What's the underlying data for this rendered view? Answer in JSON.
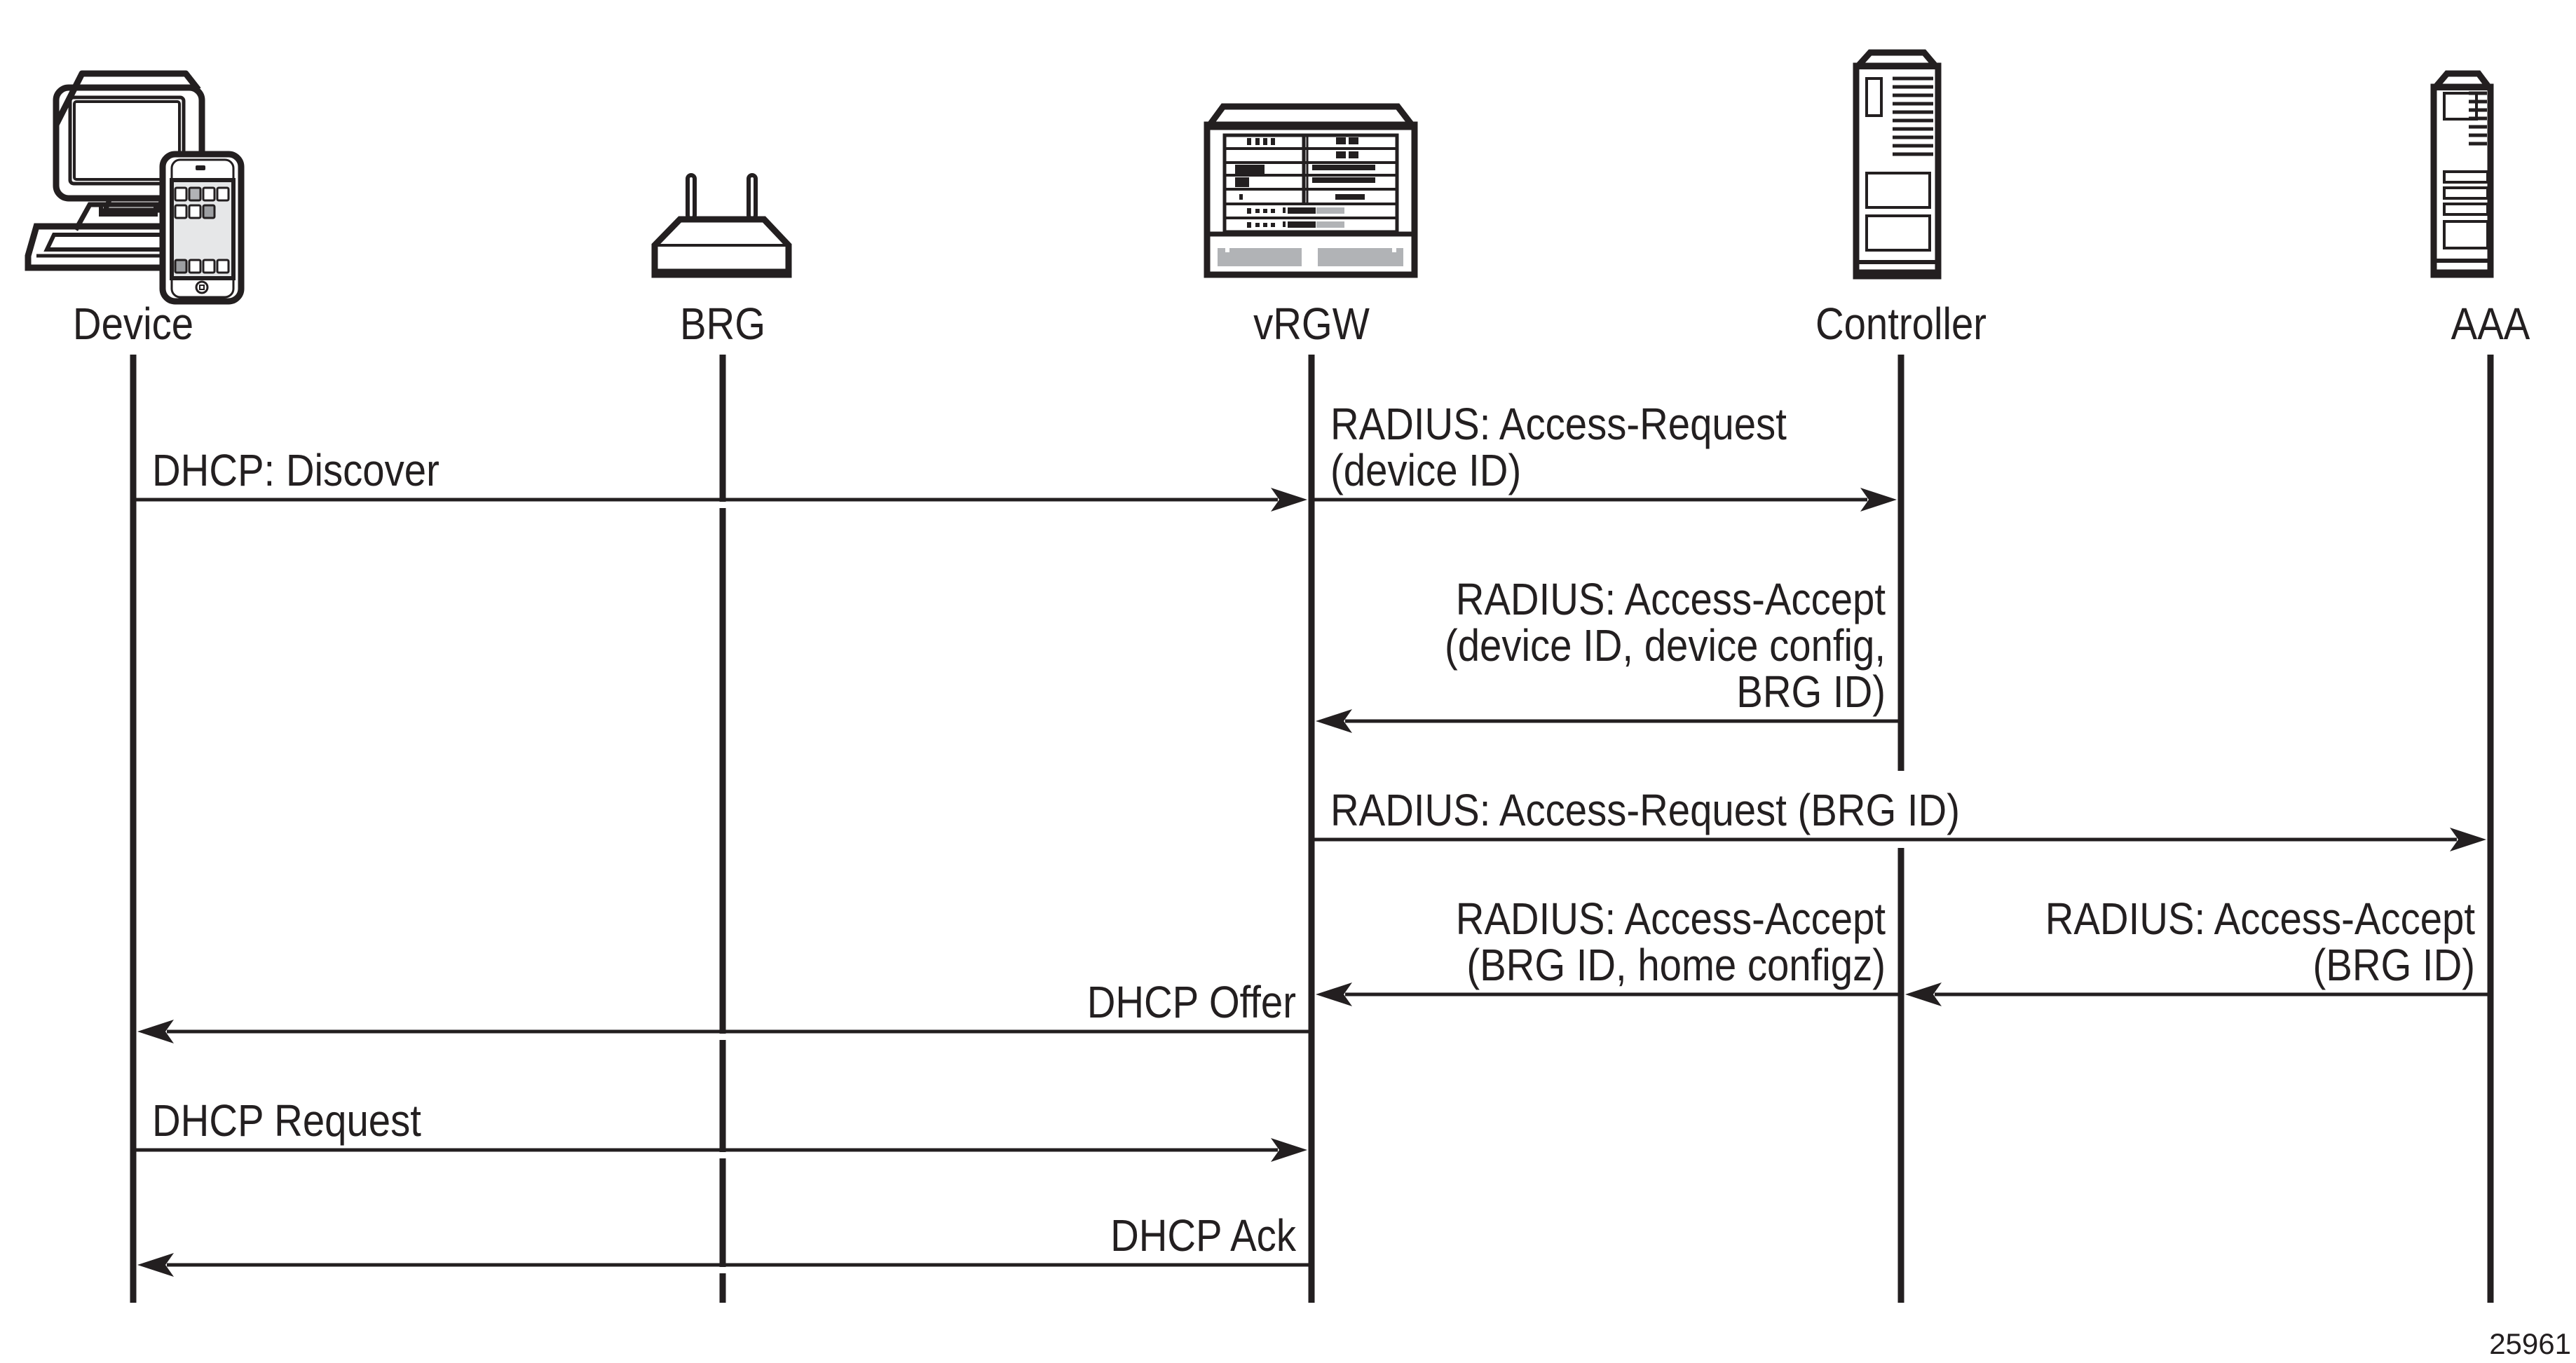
{
  "diagram": {
    "type": "sequence",
    "figure_id": "25961",
    "colors": {
      "ink": "#231f20",
      "device_accent": "#b1b3b6",
      "screen": "#e6e7e8"
    },
    "participants": [
      {
        "id": "device",
        "label": "Device",
        "icon": "computer-and-smartphone-icon"
      },
      {
        "id": "brg",
        "label": "BRG",
        "icon": "router-icon"
      },
      {
        "id": "vrgw",
        "label": "vRGW",
        "icon": "chassis-router-icon"
      },
      {
        "id": "controller",
        "label": "Controller",
        "icon": "tower-server-icon"
      },
      {
        "id": "aaa",
        "label": "AAA",
        "icon": "aaa-server-icon"
      }
    ],
    "messages": [
      {
        "from": "device",
        "to": "vrgw",
        "lines": [
          "DHCP: Discover"
        ],
        "align": "start"
      },
      {
        "from": "vrgw",
        "to": "controller",
        "lines": [
          "RADIUS: Access-Request",
          "(device ID)"
        ],
        "align": "start"
      },
      {
        "from": "controller",
        "to": "vrgw",
        "lines": [
          "RADIUS: Access-Accept",
          "(device ID, device config,",
          "BRG ID)"
        ],
        "align": "end"
      },
      {
        "from": "vrgw",
        "to": "aaa",
        "lines": [
          "RADIUS: Access-Request (BRG ID)"
        ],
        "align": "start"
      },
      {
        "from": "aaa",
        "to": "controller",
        "lines": [
          "RADIUS: Access-Accept",
          "(BRG ID)"
        ],
        "align": "end"
      },
      {
        "from": "controller",
        "to": "vrgw",
        "lines": [
          "RADIUS: Access-Accept",
          "(BRG ID, home configz)"
        ],
        "align": "end"
      },
      {
        "from": "vrgw",
        "to": "device",
        "lines": [
          "DHCP Offer"
        ],
        "align": "end"
      },
      {
        "from": "device",
        "to": "vrgw",
        "lines": [
          "DHCP Request"
        ],
        "align": "start"
      },
      {
        "from": "vrgw",
        "to": "device",
        "lines": [
          "DHCP Ack"
        ],
        "align": "end"
      }
    ]
  }
}
